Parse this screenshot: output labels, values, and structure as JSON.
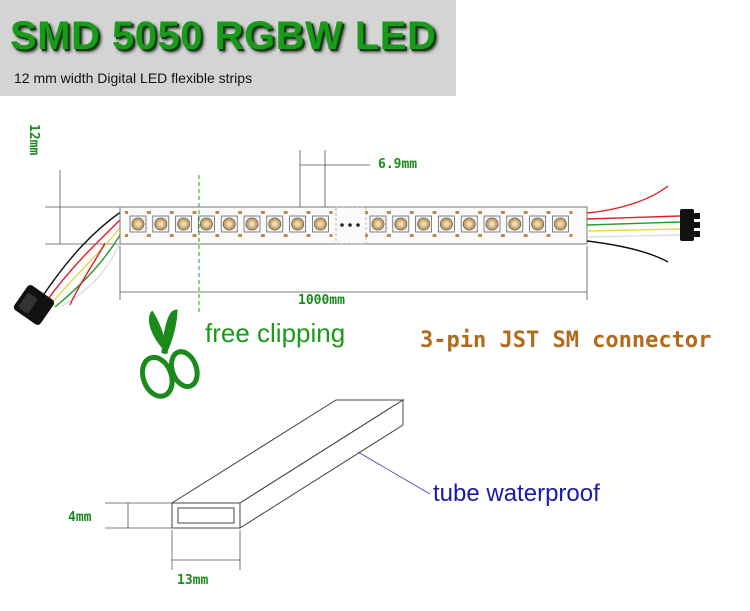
{
  "header": {
    "title": "SMD 5050 RGBW LED",
    "subtitle": "12 mm width Digital LED flexible strips"
  },
  "dimensions": {
    "width_label": "12mm",
    "pitch_label": "6.9mm",
    "length_label": "1000mm",
    "tube_height_label": "4mm",
    "tube_width_label": "13mm"
  },
  "callouts": {
    "free_clipping": "free clipping",
    "connector": "3-pin JST SM connector",
    "tube": "tube waterproof"
  },
  "icons": {
    "scissors": "scissors-icon",
    "connector_left": "jst-plug-female-icon",
    "connector_right": "jst-plug-male-icon"
  },
  "colors": {
    "title_green": "#1a9a1a",
    "dimension_green": "#1a8a1a",
    "connector_label": "#b36a1a",
    "tube_label": "#1a1aa8",
    "wire_red": "#e0202a",
    "wire_green": "#2a9a2a",
    "wire_yellow": "#e8d84a",
    "wire_white": "#f2f2f2",
    "wire_black": "#111111"
  }
}
